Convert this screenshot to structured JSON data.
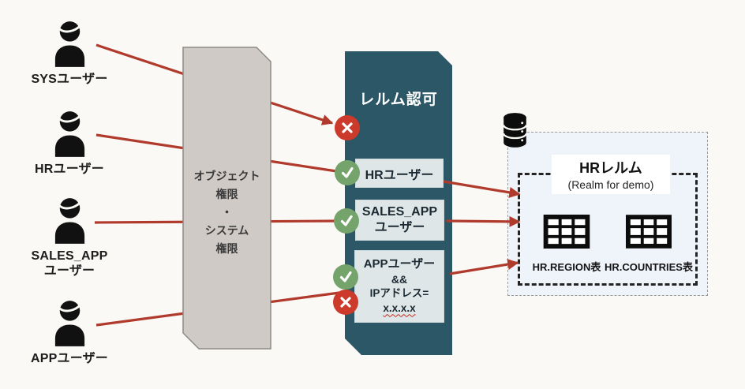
{
  "diagram_title": "Realm authorization flow diagram",
  "colors": {
    "background": "#fbf9f5",
    "arrow_red": "#b03a2c",
    "deny_red": "#cb3a2a",
    "allow_green": "#74a46c",
    "panel_teal": "#2c5766",
    "privilege_gray": "#cfcac6",
    "rule_box_fill": "#dfe6e8",
    "realm_fill": "#eff3fa"
  },
  "users": [
    {
      "icon": "person-icon",
      "line1": "SYSユーザー",
      "line2": ""
    },
    {
      "icon": "person-icon",
      "line1": "HRユーザー",
      "line2": ""
    },
    {
      "icon": "person-icon",
      "line1": "SALES_APP",
      "line2": "ユーザー"
    },
    {
      "icon": "person-icon",
      "line1": "APPユーザー",
      "line2": ""
    }
  ],
  "privilege_box": {
    "line1": "オブジェクト",
    "line2": "権限",
    "line3": "・",
    "line4": "システム",
    "line5": "権限"
  },
  "realm_auth": {
    "title": "レルム認可",
    "sys_user_status": "deny",
    "rule1": {
      "text": "HRユーザー",
      "status": "allow"
    },
    "rule2": {
      "line1": "SALES_APP",
      "line2": "ユーザー",
      "status": "allow"
    },
    "rule3": {
      "line1": "APPユーザー",
      "line2": "&&",
      "line3": "IPアドレス=",
      "line4": "x.x.x.x",
      "status_top": "allow",
      "status_bottom": "deny"
    }
  },
  "realm": {
    "database_icon": "database-icon",
    "title": "HRレルム",
    "subtitle": "(Realm for demo)",
    "table1": {
      "icon": "table-icon",
      "label": "HR.REGION表"
    },
    "table2": {
      "icon": "table-icon",
      "label": "HR.COUNTRIES表"
    }
  },
  "icons": {
    "allow": "check-icon",
    "deny": "x-icon"
  }
}
